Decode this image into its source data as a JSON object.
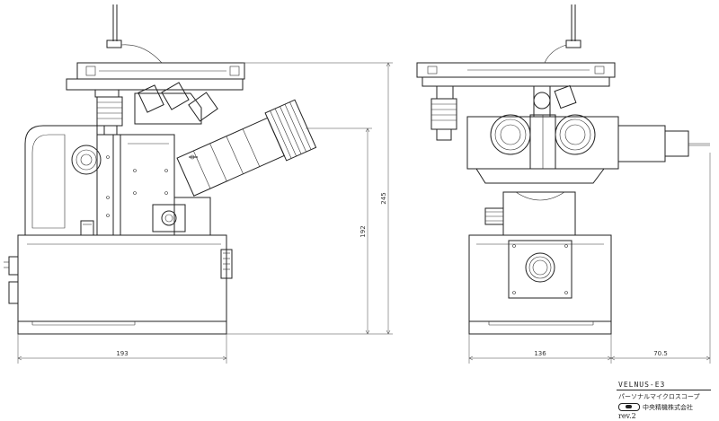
{
  "dimensions": {
    "left_width": "193",
    "left_height_outer": "245",
    "left_height_inner": "192",
    "right_width": "136",
    "right_offset": "70.5"
  },
  "title_block": {
    "model": "VELNUS-E3",
    "description": "パーソナルマイクロスコープ",
    "maker": "中央精機株式会社",
    "revision": "rev.2"
  }
}
